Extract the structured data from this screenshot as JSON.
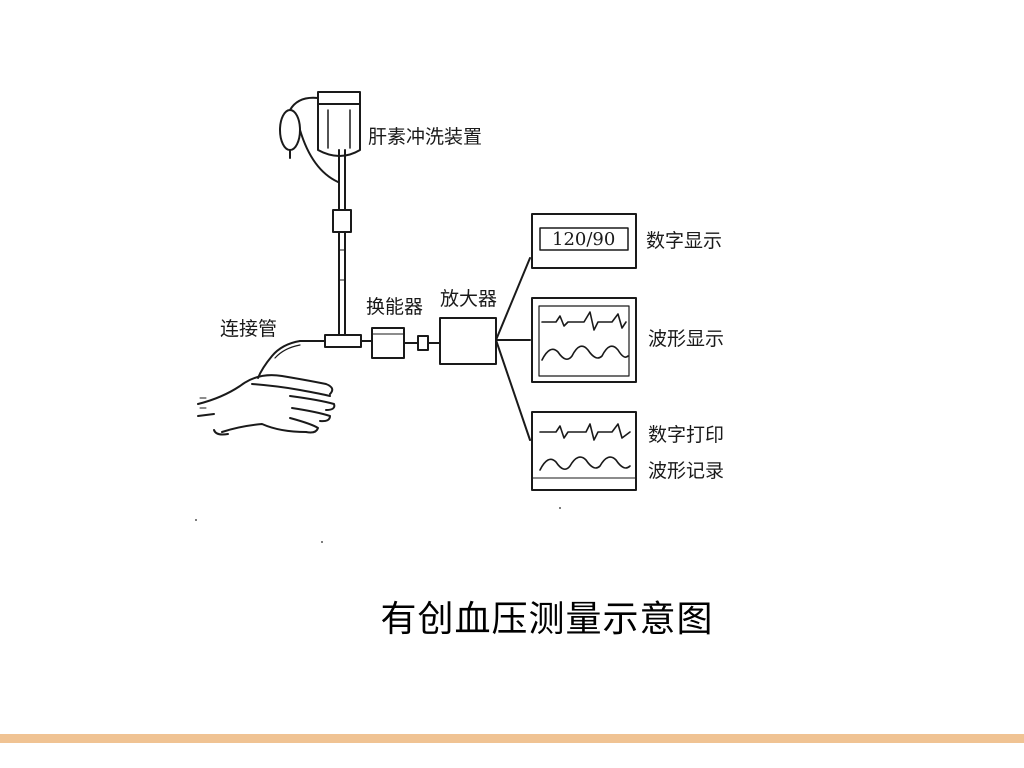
{
  "labels": {
    "flush_device": "肝素冲洗装置",
    "connecting_tube": "连接管",
    "transducer": "换能器",
    "amplifier": "放大器",
    "digital_display": "数字显示",
    "waveform_display": "波形显示",
    "digital_print": "数字打印",
    "waveform_record": "波形记录"
  },
  "readout": "120/90",
  "caption": "有创血压测量示意图",
  "colors": {
    "bottom_bar": "#f0c393",
    "ink": "#1a1a1a"
  }
}
